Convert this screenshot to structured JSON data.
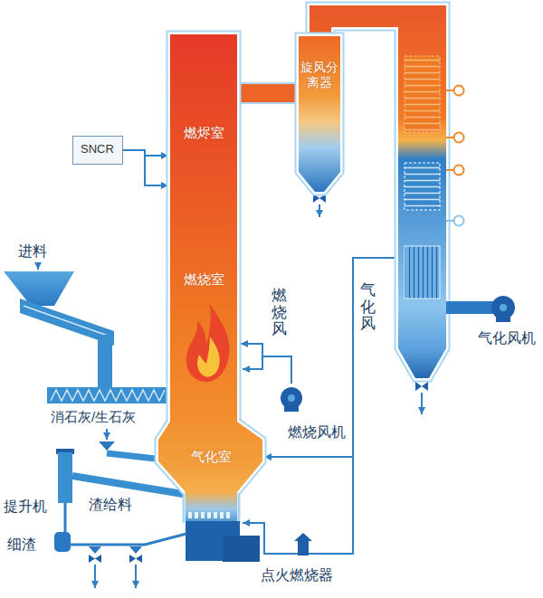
{
  "diagram": {
    "nodes": [
      {
        "text": [
          "SNCR"
        ]
      },
      {
        "text": [
          "燃烬室",
          "燃烧室"
        ]
      },
      {
        "text": [
          "气化室"
        ]
      },
      {
        "text": [
          "旋风分离器"
        ]
      },
      {
        "text": [
          "燃烧风机"
        ]
      },
      {
        "text": [
          "气化风机"
        ]
      }
    ],
    "edges": [
      {
        "from": 0,
        "to": 1,
        "arrow": "to"
      },
      {
        "from": 4,
        "to": 1,
        "label": "燃烧风",
        "arrow": "to"
      },
      {
        "from": 5,
        "to": 2,
        "label": "气化风",
        "arrow": "to"
      }
    ],
    "labels": [
      "进料",
      "消石灰/生石灰",
      "提升机",
      "渣给料",
      "细渣",
      "点火燃烧器"
    ]
  }
}
